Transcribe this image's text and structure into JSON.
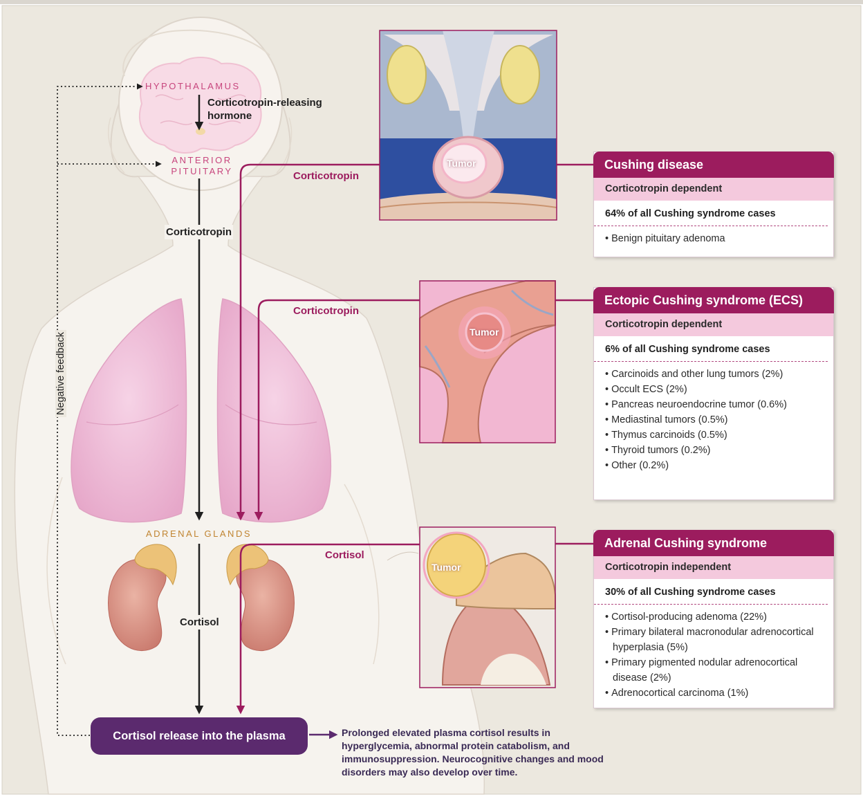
{
  "organs": {
    "hypothalamus": "HYPOTHALAMUS",
    "anterior_pituitary_line1": "ANTERIOR",
    "anterior_pituitary_line2": "PITUITARY",
    "adrenal_glands": "ADRENAL GLANDS"
  },
  "pathway": {
    "crh_line1": "Corticotropin-releasing",
    "crh_line2": "hormone",
    "corticotropin": "Corticotropin",
    "cortisol": "Cortisol",
    "negative_feedback": "Negative feedback"
  },
  "branch_labels": {
    "pituitary": "Corticotropin",
    "ectopic": "Corticotropin",
    "adrenal": "Cortisol"
  },
  "tumor_label": "Tumor",
  "release_box": "Cortisol release into the plasma",
  "outcome_text": "Prolonged elevated plasma cortisol results in hyperglycemia, abnormal protein catabolism, and immunosuppression. Neurocognitive changes and mood disorders may also develop over time.",
  "cards": [
    {
      "title": "Cushing disease",
      "dependency": "Corticotropin dependent",
      "share": "64% of all Cushing syndrome cases",
      "causes": [
        "Benign pituitary adenoma"
      ]
    },
    {
      "title": "Ectopic Cushing syndrome (ECS)",
      "dependency": "Corticotropin dependent",
      "share": "6% of all Cushing syndrome cases",
      "causes": [
        "Carcinoids and other lung tumors (2%)",
        "Occult ECS (2%)",
        "Pancreas neuroendocrine tumor (0.6%)",
        "Mediastinal tumors (0.5%)",
        "Thymus carcinoids (0.5%)",
        "Thyroid tumors (0.2%)",
        "Other (0.2%)"
      ]
    },
    {
      "title": "Adrenal Cushing syndrome",
      "dependency": "Corticotropin independent",
      "share": "30% of all Cushing syndrome cases",
      "causes": [
        "Cortisol-producing adenoma (22%)",
        "Primary bilateral macronodular adrenocortical hyperplasia (5%)",
        "Primary pigmented nodular adrenocortical disease (2%)",
        "Adrenocortical carcinoma (1%)"
      ]
    }
  ],
  "colors": {
    "magenta": "#9c1c5e",
    "pink_band": "#f4c9dd",
    "purple_box": "#5b2a6e",
    "gold_label": "#c08431",
    "pink_label": "#c7457d"
  }
}
